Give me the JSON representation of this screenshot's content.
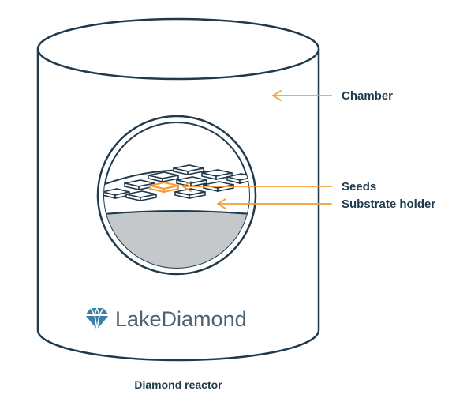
{
  "diagram": {
    "labels": {
      "chamber": "Chamber",
      "seeds": "Seeds",
      "substrate_holder": "Substrate holder"
    },
    "brand": {
      "name": "LakeDiamond",
      "icon": "diamond-logo-icon"
    },
    "caption": "Diamond reactor",
    "colors": {
      "outline": "#1e3a4c",
      "accent": "#f39c3a",
      "holder_fill": "#c4c8cb",
      "logo": "#3a7fa8"
    }
  }
}
